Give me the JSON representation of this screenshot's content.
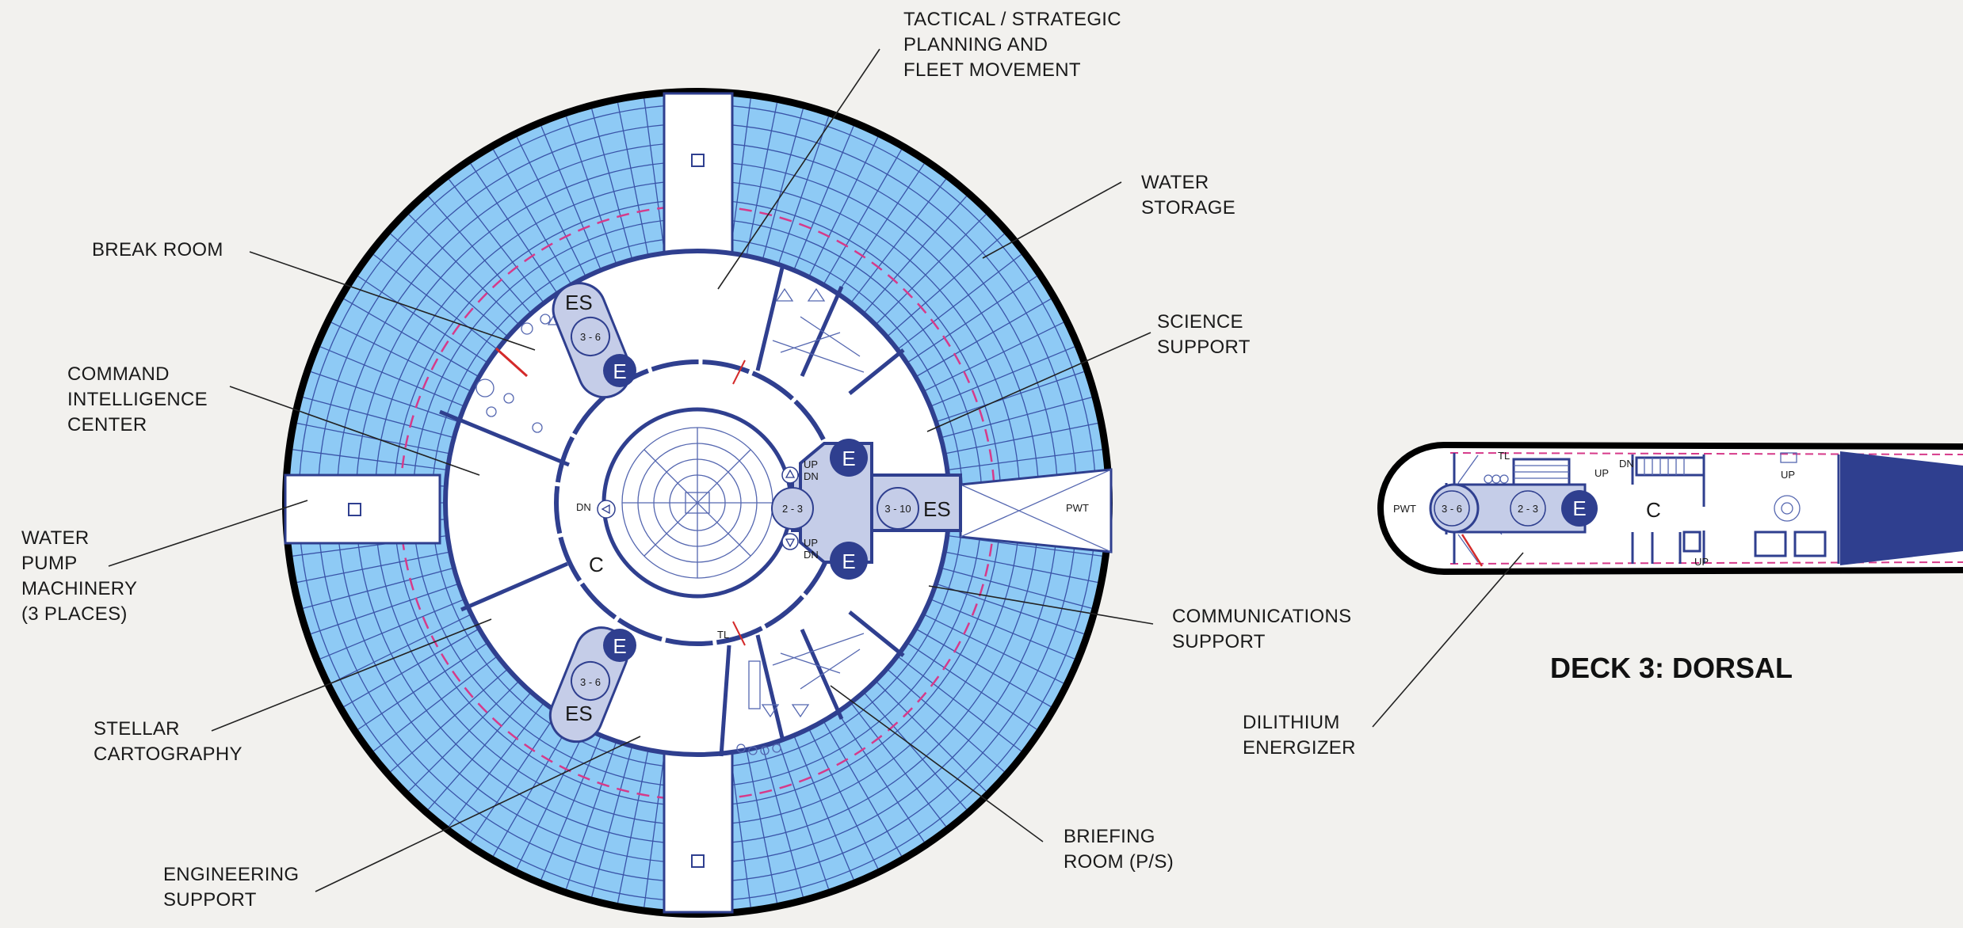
{
  "title": "DECK 3: DORSAL",
  "colors": {
    "background": "#f2f1ee",
    "hull_fill": "#8ecaf5",
    "wall": "#2f3f8f",
    "elevator": "#2f3f8f",
    "shaft_fill": "#c5cde8",
    "hull_outline": "#000000",
    "boundary_dash": "#d63a8a"
  },
  "labels": {
    "tactical": [
      "TACTICAL / STRATEGIC",
      "PLANNING AND",
      "FLEET MOVEMENT"
    ],
    "water_storage": [
      "WATER",
      "STORAGE"
    ],
    "science": [
      "SCIENCE",
      "SUPPORT"
    ],
    "break_room": [
      "BREAK ROOM"
    ],
    "command": [
      "COMMAND",
      "INTELLIGENCE",
      "CENTER"
    ],
    "water_pump": [
      "WATER",
      "PUMP",
      "MACHINERY",
      "(3 PLACES)"
    ],
    "stellar": [
      "STELLAR",
      "CARTOGRAPHY"
    ],
    "engineering": [
      "ENGINEERING",
      "SUPPORT"
    ],
    "communications": [
      "COMMUNICATIONS",
      "SUPPORT"
    ],
    "briefing": [
      "BRIEFING",
      "ROOM (P/S)"
    ],
    "dilithium": [
      "DILITHIUM",
      "ENERGIZER"
    ]
  },
  "map_marks": {
    "es": "ES",
    "e": "E",
    "c": "C",
    "tl": "TL",
    "up": "UP",
    "dn": "DN",
    "pwt": "PWT",
    "range_3_6": "3 - 6",
    "range_2_3": "2 - 3",
    "range_3_10": "3 - 10"
  }
}
